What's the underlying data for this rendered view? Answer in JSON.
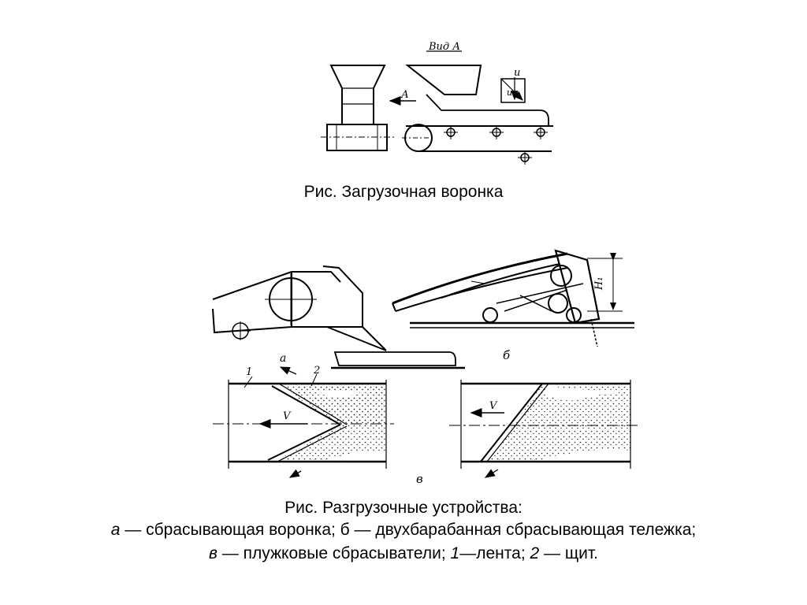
{
  "figure1": {
    "view_label": "Вид А",
    "arrow_label": "А",
    "vector_u": "u",
    "vector_u1": "u₁",
    "caption": "Рис.  Загрузочная воронка"
  },
  "figure2": {
    "label_a": "а",
    "label_b": "б",
    "label_v": "в",
    "label_1": "1",
    "label_2": "2",
    "speed_left": "V",
    "speed_right": "V",
    "height_label": "H₁",
    "caption_line1": "Рис.  Разгрузочные устройства:",
    "caption_line2": {
      "a": "а",
      "a_text": " — сбрасывающая воронка;  б — двухбарабанная сбрасывающая тележка;"
    },
    "caption_line3": {
      "v": "в",
      "v_text": " — плужковые сбрасыватели; ",
      "n1": "1",
      "n1_text": "—лента; ",
      "n2": "2",
      "n2_text": " — щит."
    }
  }
}
